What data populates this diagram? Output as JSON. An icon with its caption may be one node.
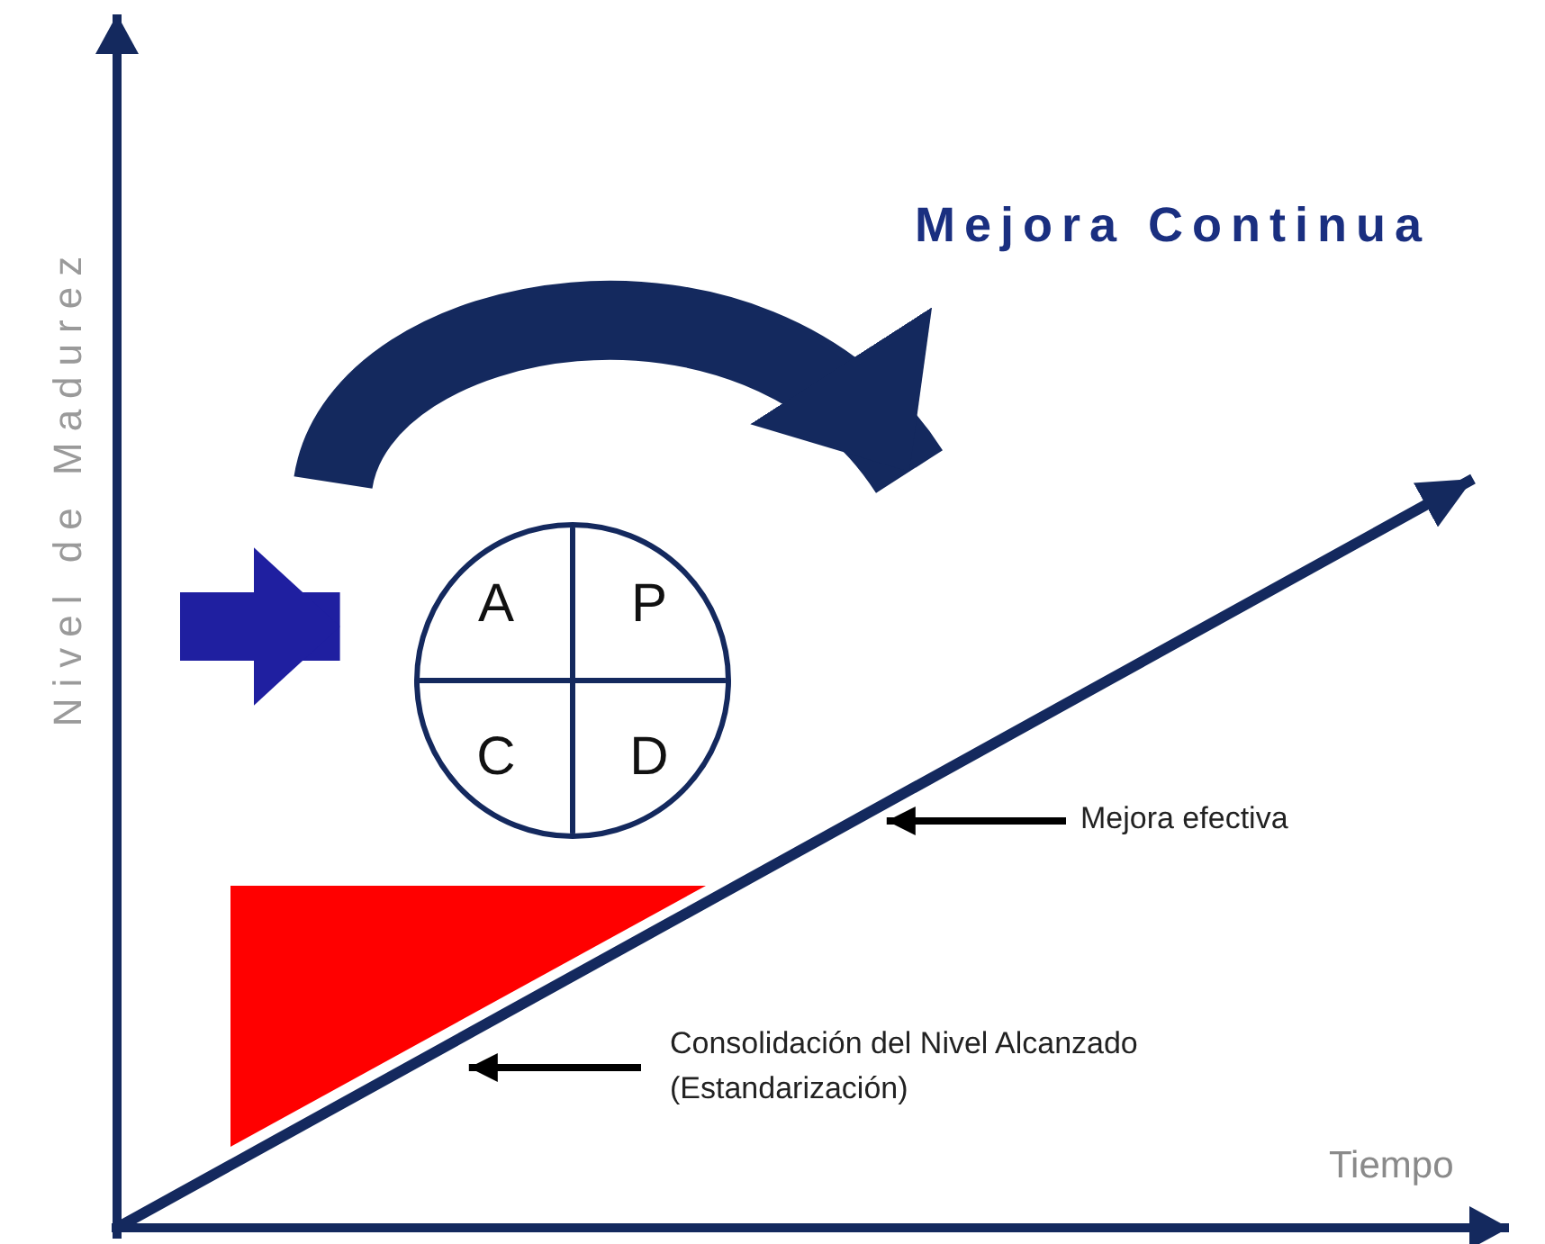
{
  "diagram": {
    "title": "Mejora Continua",
    "nodes": [
      {
        "text": [],
        "shape": "circle"
      },
      {
        "text": [
          "A"
        ],
        "in": 0
      },
      {
        "text": [
          "P"
        ],
        "in": 0
      },
      {
        "text": [
          "C"
        ],
        "in": 0
      },
      {
        "text": [
          "D"
        ],
        "in": 0
      },
      {
        "text": [
          "Mejora efectiva"
        ]
      },
      {
        "text": [
          "Consolidación del Nivel Alcanzado (Estandarización)"
        ]
      },
      {
        "text": [],
        "shape": "triangle"
      }
    ],
    "edges": [
      {
        "from": null,
        "to": 0,
        "arrow": "to",
        "style": "thick",
        "color": "#1f1fa0"
      },
      {
        "from": 5,
        "to": null,
        "arrow": "to"
      },
      {
        "from": 6,
        "to": 7,
        "arrow": "to"
      }
    ],
    "labels": [
      "Nivel de Madurez",
      "Tiempo"
    ]
  }
}
